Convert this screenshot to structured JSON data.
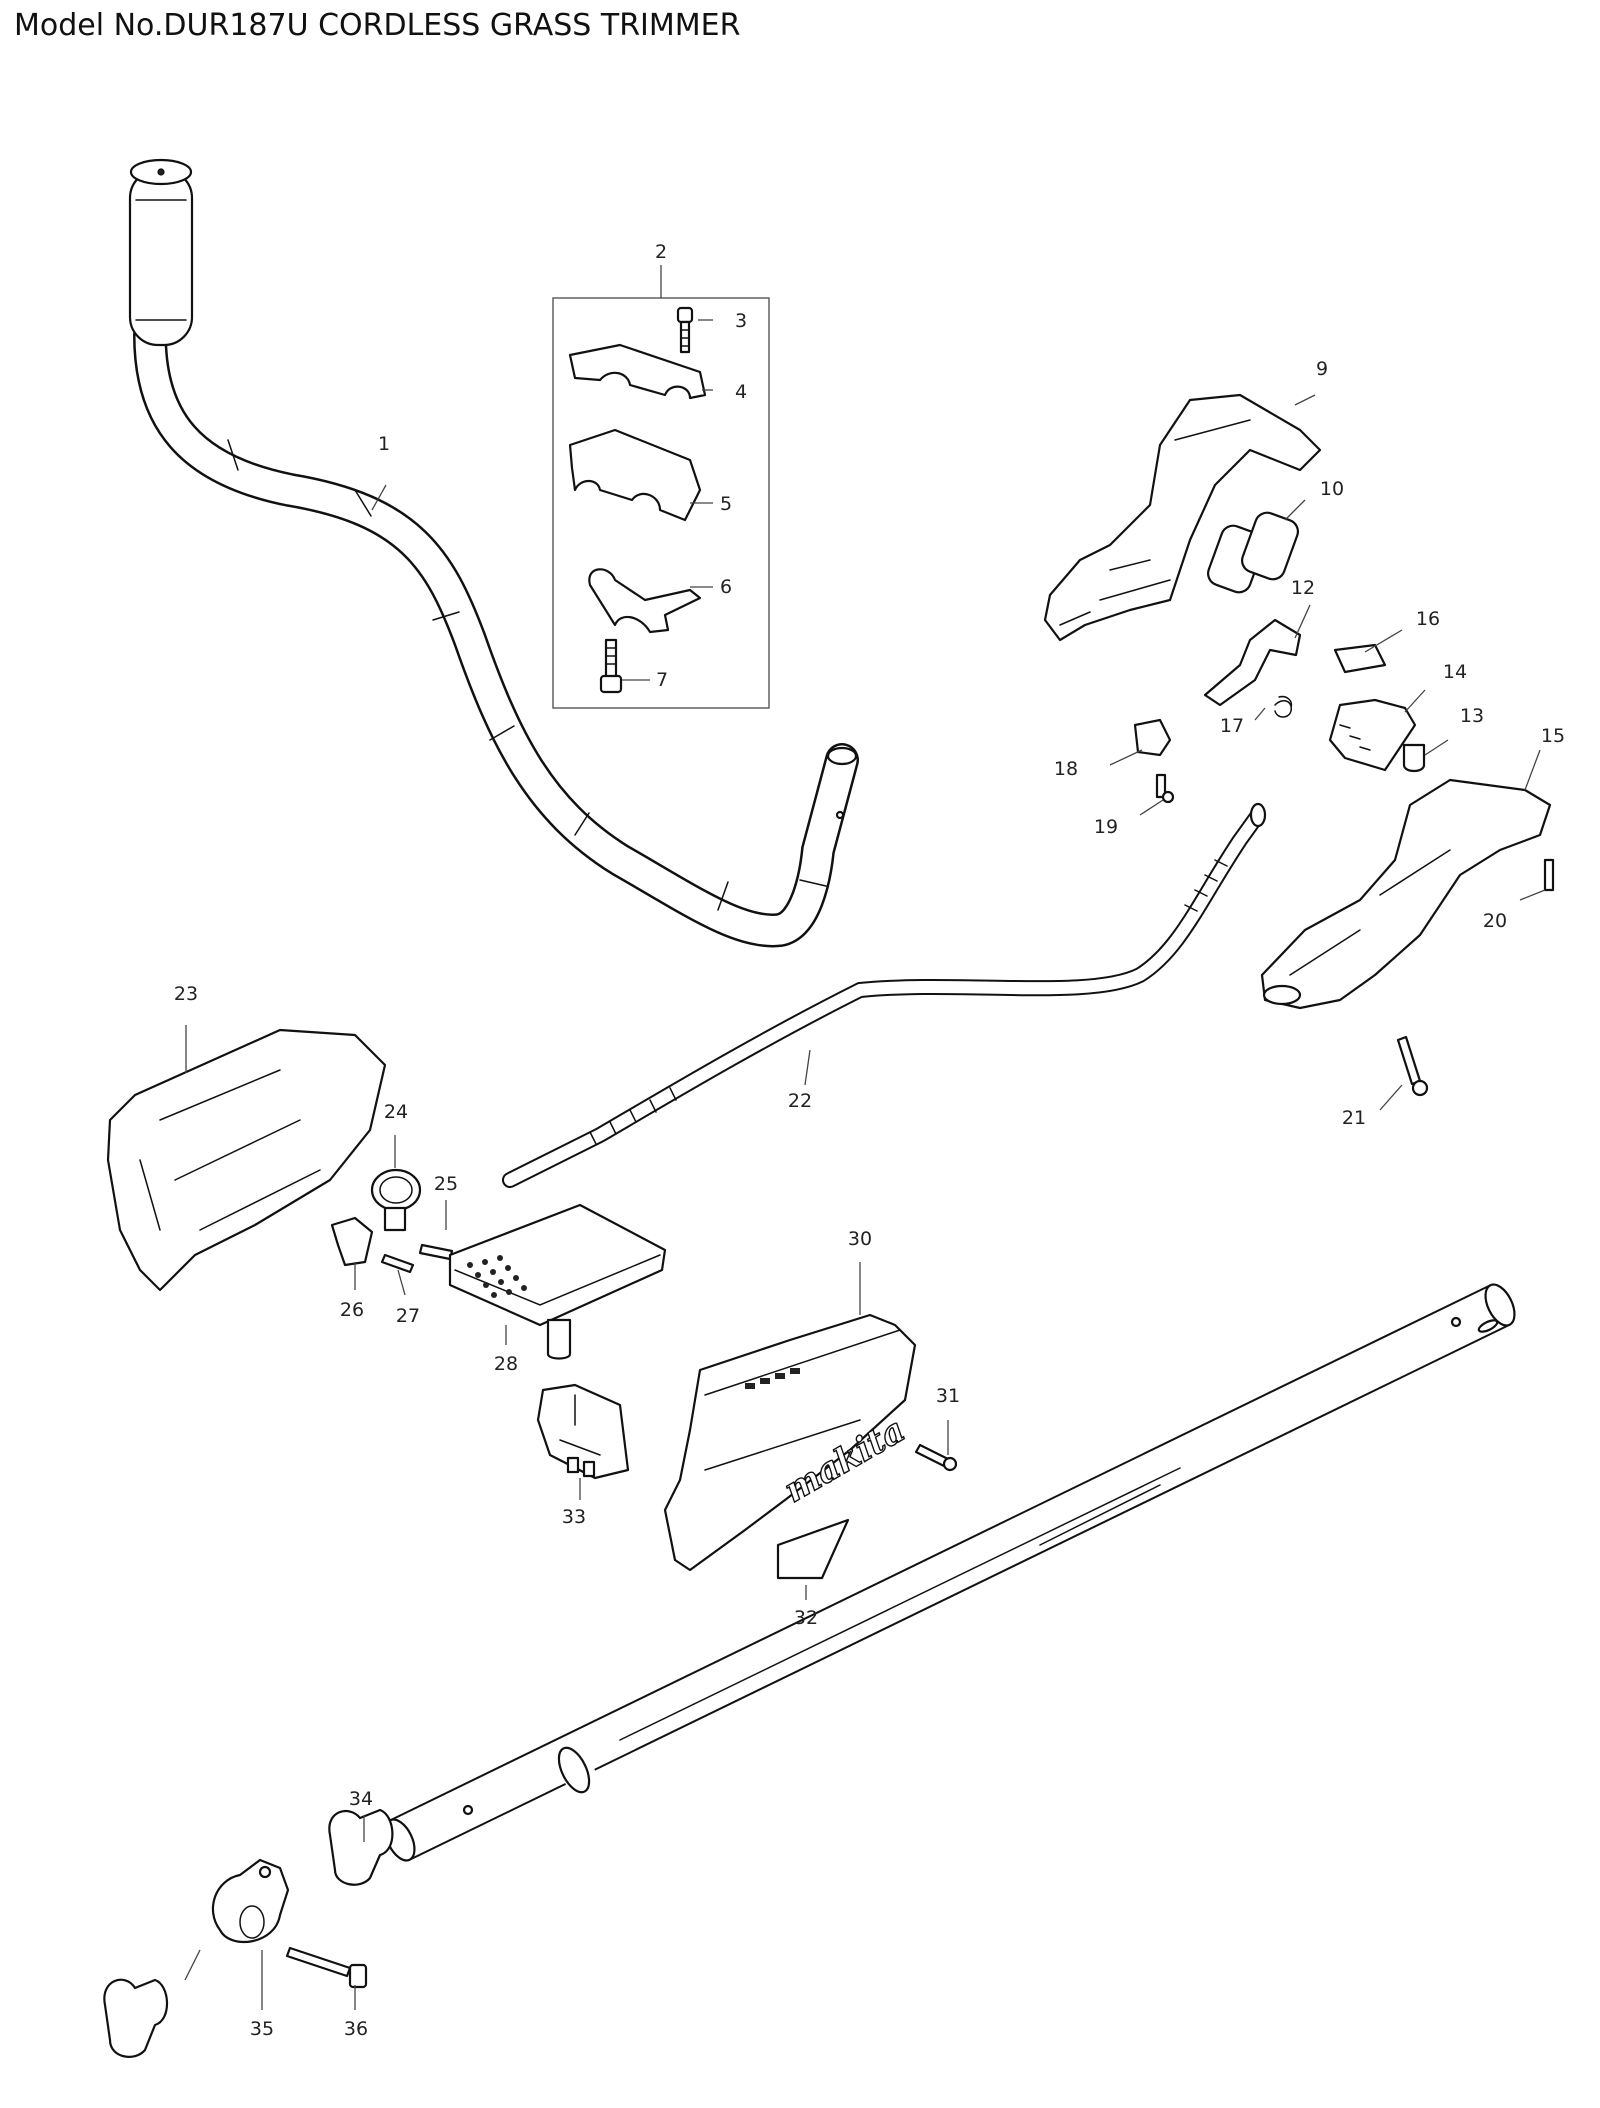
{
  "title": "Model No.DUR187U CORDLESS GRASS TRIMMER",
  "logo_text": "makita",
  "callouts": [
    "1",
    "2",
    "3",
    "4",
    "5",
    "6",
    "7",
    "9",
    "10",
    "12",
    "13",
    "14",
    "15",
    "16",
    "17",
    "18",
    "19",
    "20",
    "21",
    "22",
    "23",
    "24",
    "25",
    "26",
    "27",
    "28",
    "30",
    "31",
    "32",
    "33",
    "34",
    "35",
    "36"
  ]
}
